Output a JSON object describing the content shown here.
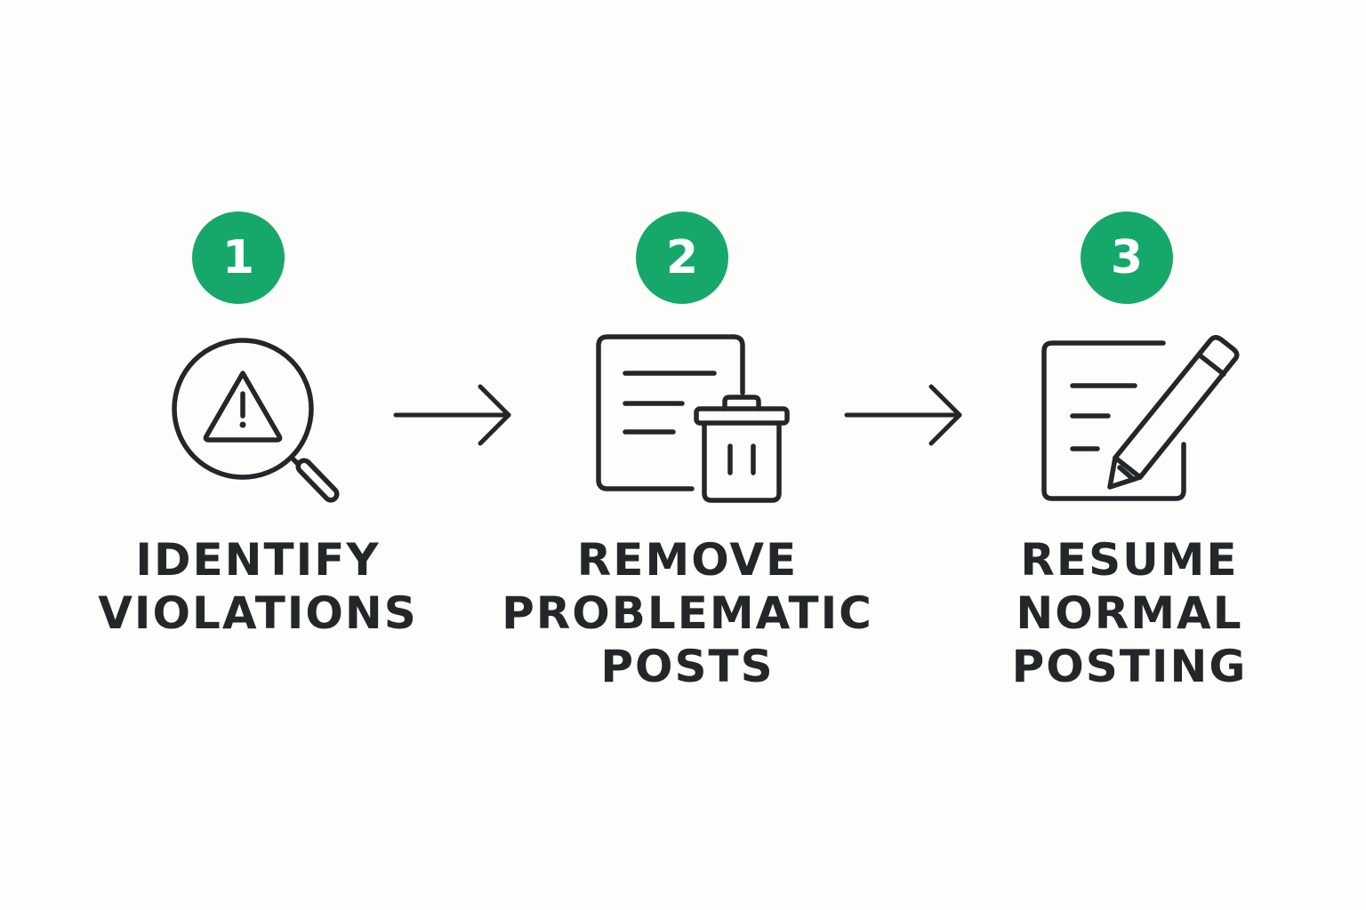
{
  "colors": {
    "accent": "#16A86B",
    "ink": "#23272A",
    "background": "#FDFDFB"
  },
  "steps": [
    {
      "number": "1",
      "icon": "magnifier-warning-icon",
      "label_lines": [
        "IDENTIFY",
        "VIOLATIONS"
      ]
    },
    {
      "number": "2",
      "icon": "document-trash-icon",
      "label_lines": [
        "REMOVE",
        "PROBLEMATIC",
        "POSTS"
      ]
    },
    {
      "number": "3",
      "icon": "document-pencil-icon",
      "label_lines": [
        "RESUME",
        "NORMAL",
        "POSTING"
      ]
    }
  ],
  "connectors": [
    "arrow-right-icon",
    "arrow-right-icon"
  ]
}
